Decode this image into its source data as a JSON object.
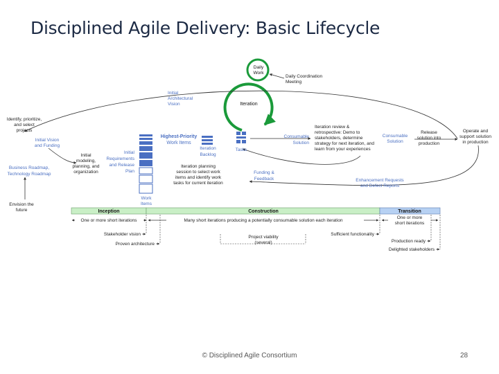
{
  "title": "Disciplined Agile Delivery: Basic Lifecycle",
  "footer": {
    "copyright": "© Disciplined Agile Consortium",
    "page_number": "28"
  },
  "colors": {
    "green": "#1a9a3a",
    "blue": "#4a6fc2",
    "phase_green": "#c9efc6",
    "phase_blue": "#b7d1f3",
    "arrow": "#333333"
  },
  "diagram": {
    "daily_work": [
      "Daily",
      "Work"
    ],
    "daily_meeting": [
      "Daily Coordination",
      "Meeting"
    ],
    "initial_arch": [
      "Initial",
      "Architectural",
      "Vision"
    ],
    "iteration": "Iteration",
    "identify": [
      "Identify, prioritize,",
      "and select",
      "projects"
    ],
    "initial_vision": [
      "Initial Vision",
      "and Funding"
    ],
    "business_roadmap": [
      "Business Roadmap,",
      "Technology Roadmap"
    ],
    "envision": [
      "Envision the",
      "future"
    ],
    "initial_modeling": [
      "Initial",
      "modeling,",
      "planning, and",
      "organization"
    ],
    "initial_requirements": [
      "Initial",
      "Requirements",
      "and Release",
      "Plan"
    ],
    "highest_priority": [
      "Highest-Priority",
      "Work Items"
    ],
    "iteration_backlog": [
      "Iteration",
      "Backlog"
    ],
    "tasks": "Tasks",
    "work_items": [
      "Work",
      "Items"
    ],
    "iteration_planning": [
      "Iteration planning",
      "session to select work",
      "items and identify work",
      "tasks for current iteration"
    ],
    "consumable_solution": [
      "Consumable",
      "Solution"
    ],
    "iteration_review": [
      "Iteration review &",
      "retrospective: Demo to",
      "stakeholders, determine",
      "strategy for next iteration, and",
      "learn from your experiences"
    ],
    "consumable_solution_2": [
      "Consumable",
      "Solution"
    ],
    "release_solution": [
      "Release",
      "solution into",
      "production"
    ],
    "operate_support": [
      "Operate and",
      "support solution",
      "in production"
    ],
    "funding_feedback": [
      "Funding &",
      "Feedback"
    ],
    "enhancement_requests": [
      "Enhancement Requests",
      "and Defect Reports"
    ]
  },
  "phases": [
    {
      "name": "Inception",
      "desc": "One or more short iterations"
    },
    {
      "name": "Construction",
      "desc": "Many short iterations producing a potentially consumable solution each iteration"
    },
    {
      "name": "Transition",
      "desc": [
        "One or more",
        "short iterations"
      ]
    }
  ],
  "milestones": {
    "stakeholder_vision": "Stakeholder vision",
    "proven_architecture": "Proven architecture",
    "project_viability": [
      "Project viability",
      "(several)"
    ],
    "sufficient_functionality": "Sufficient functionality",
    "production_ready": "Production ready",
    "delighted_stakeholders": "Delighted stakeholders"
  }
}
